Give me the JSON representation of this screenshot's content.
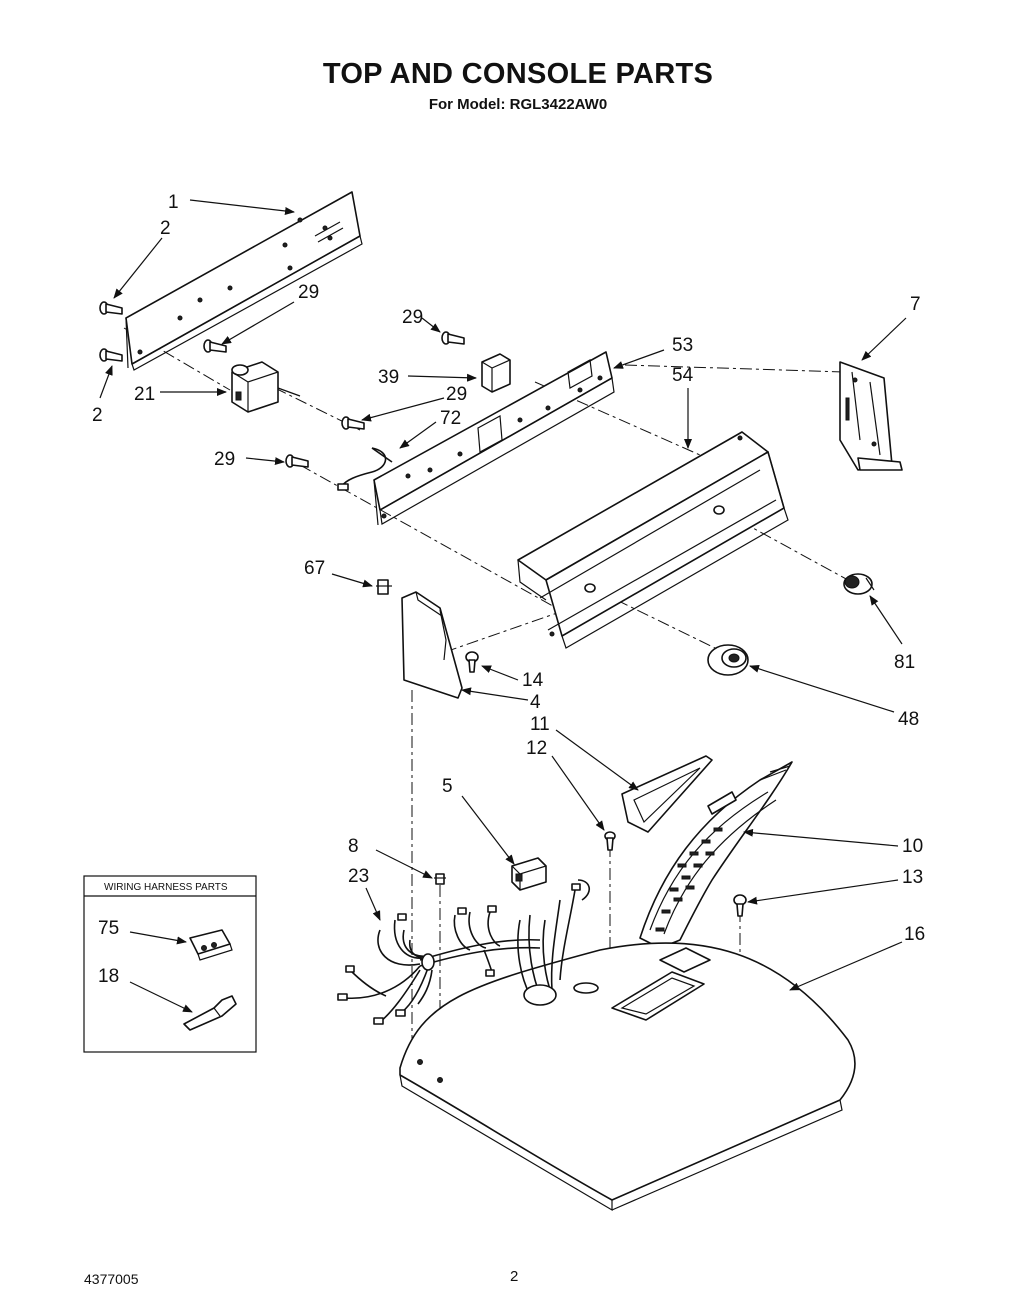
{
  "header": {
    "title": "TOP AND CONSOLE PARTS",
    "subtitle": "For Model: RGL3422AW0"
  },
  "inset": {
    "title": "WIRING HARNESS PARTS"
  },
  "callouts": {
    "c1": "1",
    "c2a": "2",
    "c2b": "2",
    "c29a": "29",
    "c29b": "29",
    "c29c": "29",
    "c29d": "29",
    "c21": "21",
    "c39": "39",
    "c72": "72",
    "c53": "53",
    "c54": "54",
    "c7": "7",
    "c67": "67",
    "c14": "14",
    "c4": "4",
    "c81": "81",
    "c48": "48",
    "c11": "11",
    "c12": "12",
    "c5": "5",
    "c10": "10",
    "c8": "8",
    "c23": "23",
    "c13": "13",
    "c16": "16",
    "c75": "75",
    "c18": "18"
  },
  "footer": {
    "doc_number": "4377005",
    "page_number": "2"
  }
}
